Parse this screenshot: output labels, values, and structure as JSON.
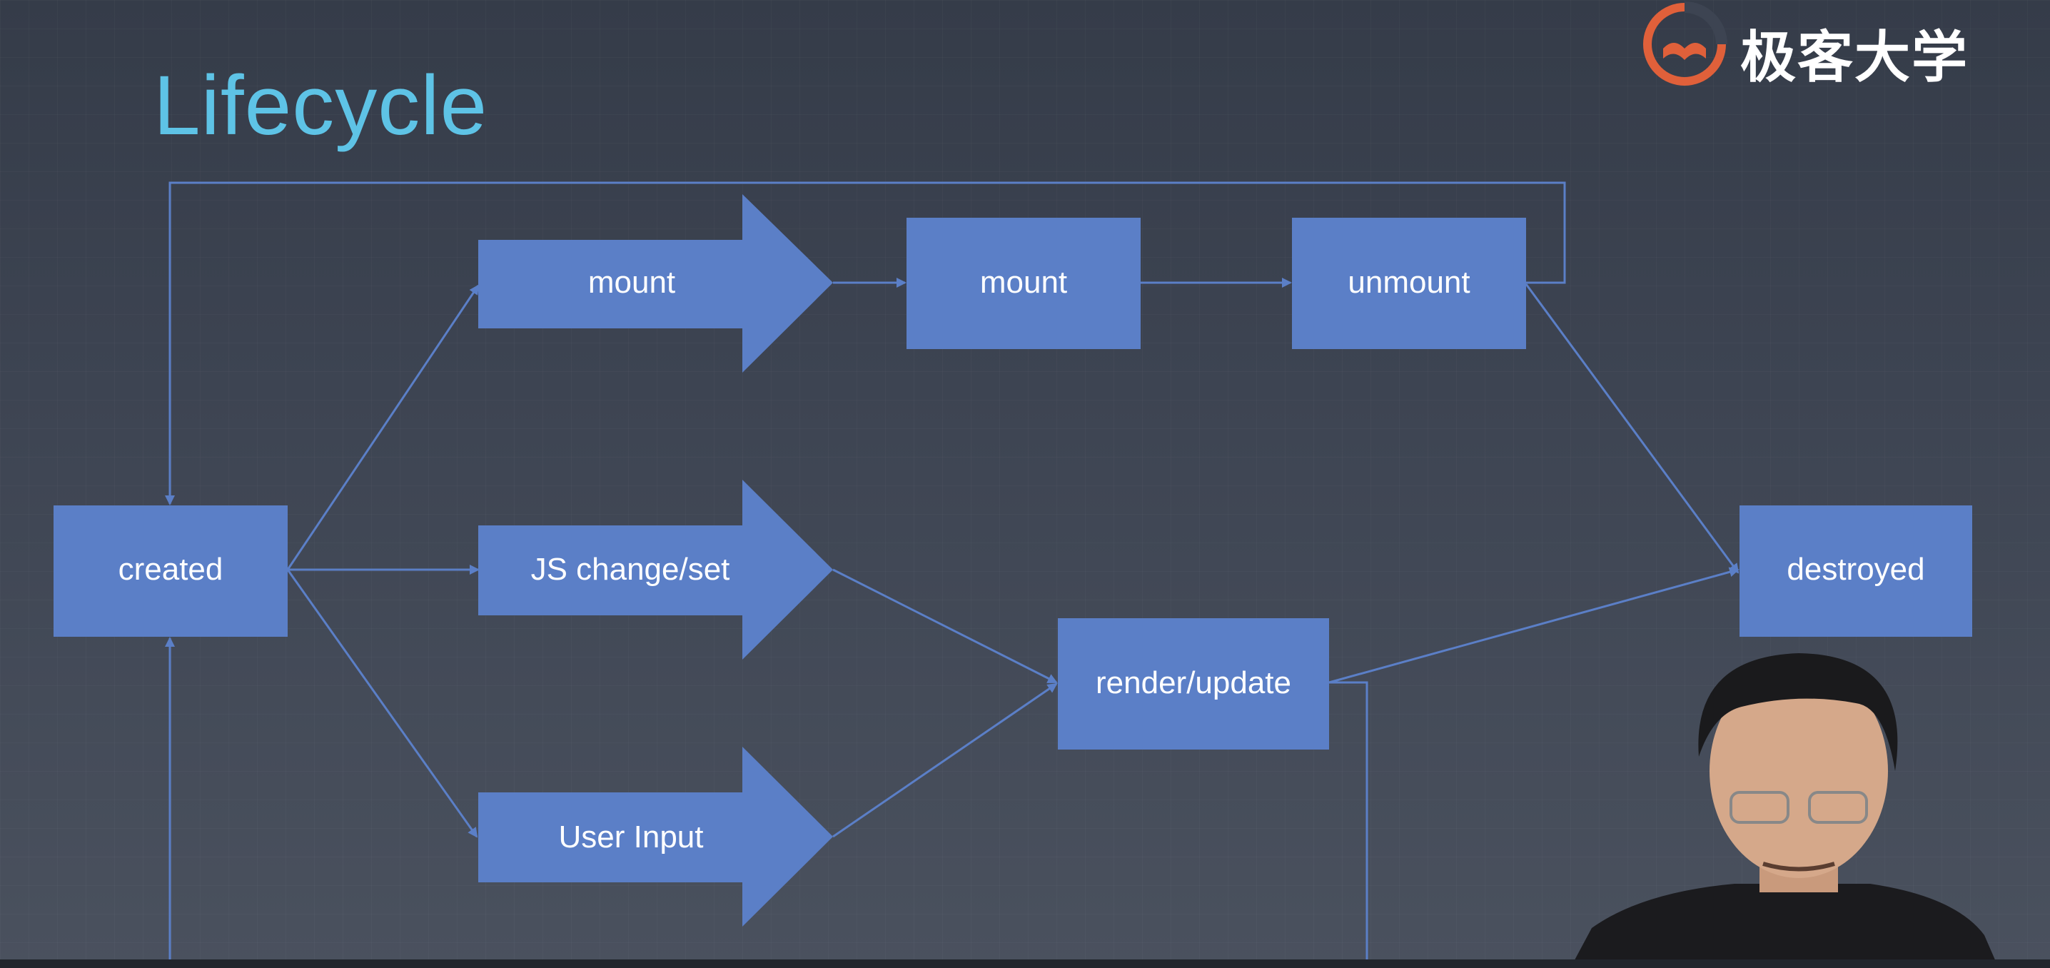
{
  "slide": {
    "title": "Lifecycle",
    "logo_text": "极客大学"
  },
  "nodes": {
    "created": "created",
    "mount_arrow": "mount",
    "mount_box": "mount",
    "unmount": "unmount",
    "js_change": "JS change/set",
    "user_input": "User Input",
    "render_update": "render/update",
    "destroyed": "destroyed"
  },
  "colors": {
    "node_fill": "#5b7fc7",
    "connector": "#5b7fc7",
    "title": "#5ec3e6",
    "logo_accent": "#e0603a"
  },
  "icons": [
    "geekbang-logo-icon"
  ]
}
